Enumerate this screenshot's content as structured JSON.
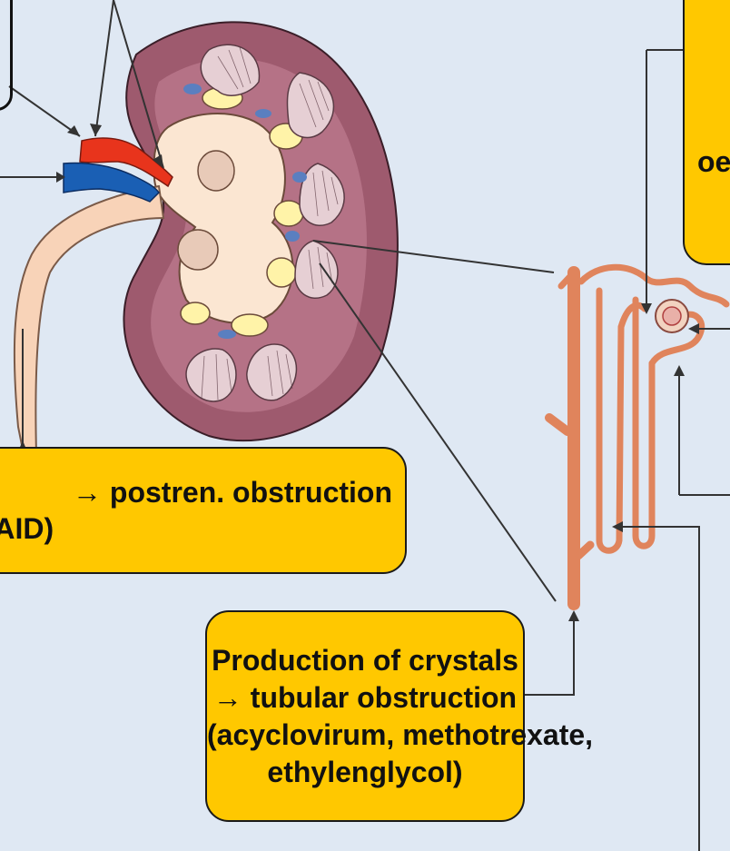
{
  "callouts": {
    "crystals": {
      "line1": "Production of crystals",
      "line2": "→ tubular obstruction",
      "line3": "(acyclovirum, methotrexate,",
      "line4": "ethylenglycol)"
    },
    "postrenal": {
      "line1": "→ postren. obstruction",
      "line2": "SAID)"
    },
    "top_right": {
      "fragment": "oe"
    }
  },
  "colors": {
    "background": "#dfe8f3",
    "callout_fill": "#ffc800",
    "kidney_cortex": "#9e5a6e",
    "kidney_pelvis": "#fbe6d2",
    "artery": "#e8341c",
    "vein": "#1a5fb4",
    "nephron": "#e0845c",
    "leader_line": "#333333"
  }
}
